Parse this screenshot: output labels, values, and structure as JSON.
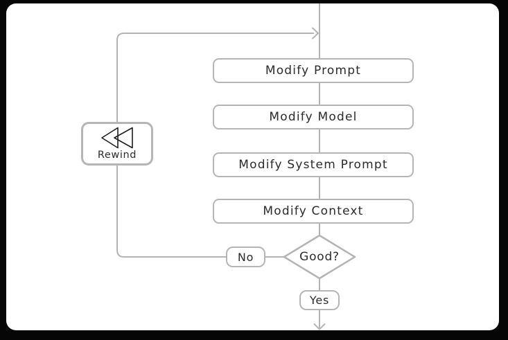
{
  "theme": {
    "page_bg": "#060606",
    "canvas_bg": "#ffffff",
    "line_color": "#b4b4b4",
    "node_border_color": "#b5b5b5",
    "text_color": "#2b2b2b",
    "icon_color": "#1d1d1d"
  },
  "flowchart": {
    "steps": [
      "Modify Prompt",
      "Modify Model",
      "Modify System Prompt",
      "Modify Context"
    ],
    "decision_label": "Good?",
    "edge_labels": {
      "no": "No",
      "yes": "Yes"
    },
    "rewind_label": "Rewind",
    "icons": {
      "rewind": "rewind-icon"
    }
  }
}
